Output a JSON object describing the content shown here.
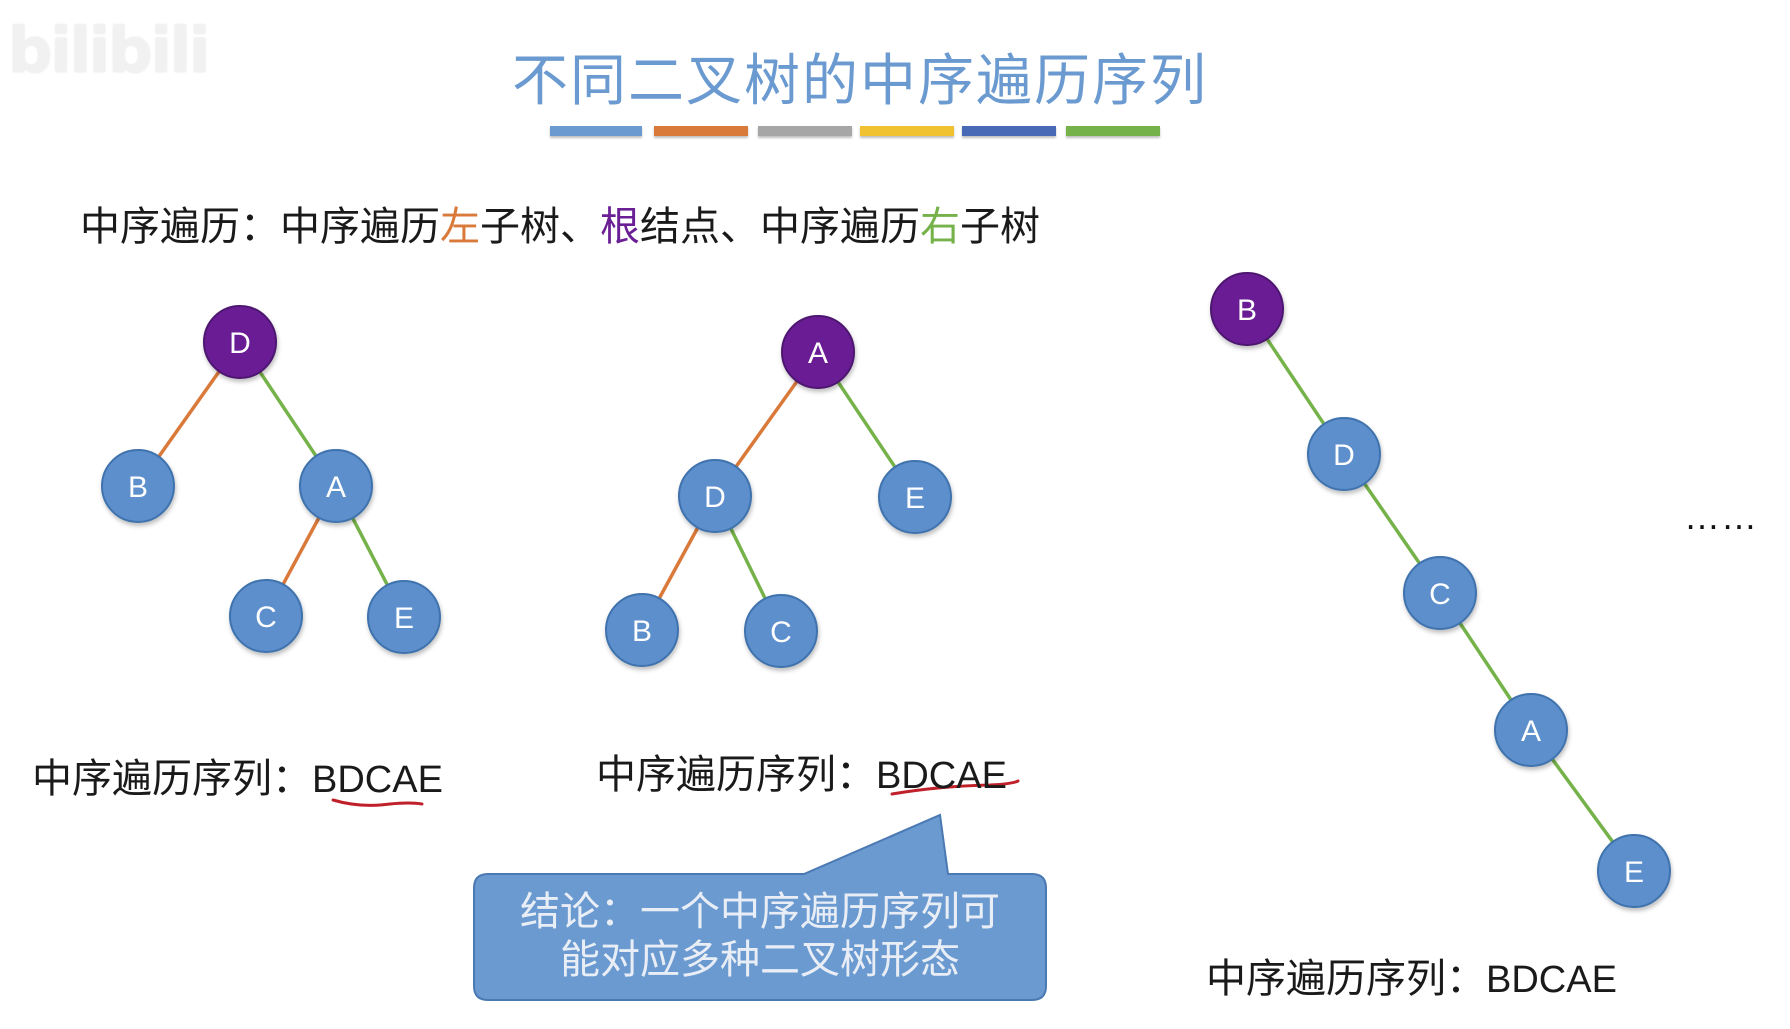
{
  "watermark": "bilibili",
  "title": "不同二叉树的中序遍历序列",
  "color_bars": [
    "#6a9ad0",
    "#d9793a",
    "#a6a6a6",
    "#f0c232",
    "#4769b6",
    "#76b24a"
  ],
  "definition": {
    "part1": "中序遍历：中序遍历",
    "left": "左",
    "part2": "子树、",
    "root": "根",
    "part3": "结点、中序遍历",
    "right": "右",
    "part4": "子树",
    "left_color": "#d9793a",
    "root_color": "#6a1f94",
    "right_color": "#76b24a"
  },
  "colors": {
    "root_node": "#6a1f94",
    "node": "#5b8fcc",
    "left_edge": "#d9793a",
    "right_edge": "#76b24a",
    "underline": "#c0202a",
    "callout": "#6a9ad0"
  },
  "trees": [
    {
      "root": "D",
      "nodes": [
        "D",
        "B",
        "A",
        "C",
        "E"
      ],
      "edges": [
        [
          "D",
          "B",
          "left"
        ],
        [
          "D",
          "A",
          "right"
        ],
        [
          "A",
          "C",
          "left"
        ],
        [
          "A",
          "E",
          "right"
        ]
      ],
      "sequence_label": "中序遍历序列：",
      "sequence": "BDCAE"
    },
    {
      "root": "A",
      "nodes": [
        "A",
        "D",
        "E",
        "B",
        "C"
      ],
      "edges": [
        [
          "A",
          "D",
          "left"
        ],
        [
          "A",
          "E",
          "right"
        ],
        [
          "D",
          "B",
          "left"
        ],
        [
          "D",
          "C",
          "right"
        ]
      ],
      "sequence_label": "中序遍历序列：",
      "sequence": "BDCAE"
    },
    {
      "root": "B",
      "nodes": [
        "B",
        "D",
        "C",
        "A",
        "E"
      ],
      "edges": [
        [
          "B",
          "D",
          "right"
        ],
        [
          "D",
          "C",
          "right"
        ],
        [
          "C",
          "A",
          "right"
        ],
        [
          "A",
          "E",
          "right"
        ]
      ],
      "sequence_label": "中序遍历序列：",
      "sequence": "BDCAE"
    }
  ],
  "ellipsis": "……",
  "callout": {
    "line1": "结论：一个中序遍历序列可",
    "line2": "能对应多种二叉树形态"
  }
}
